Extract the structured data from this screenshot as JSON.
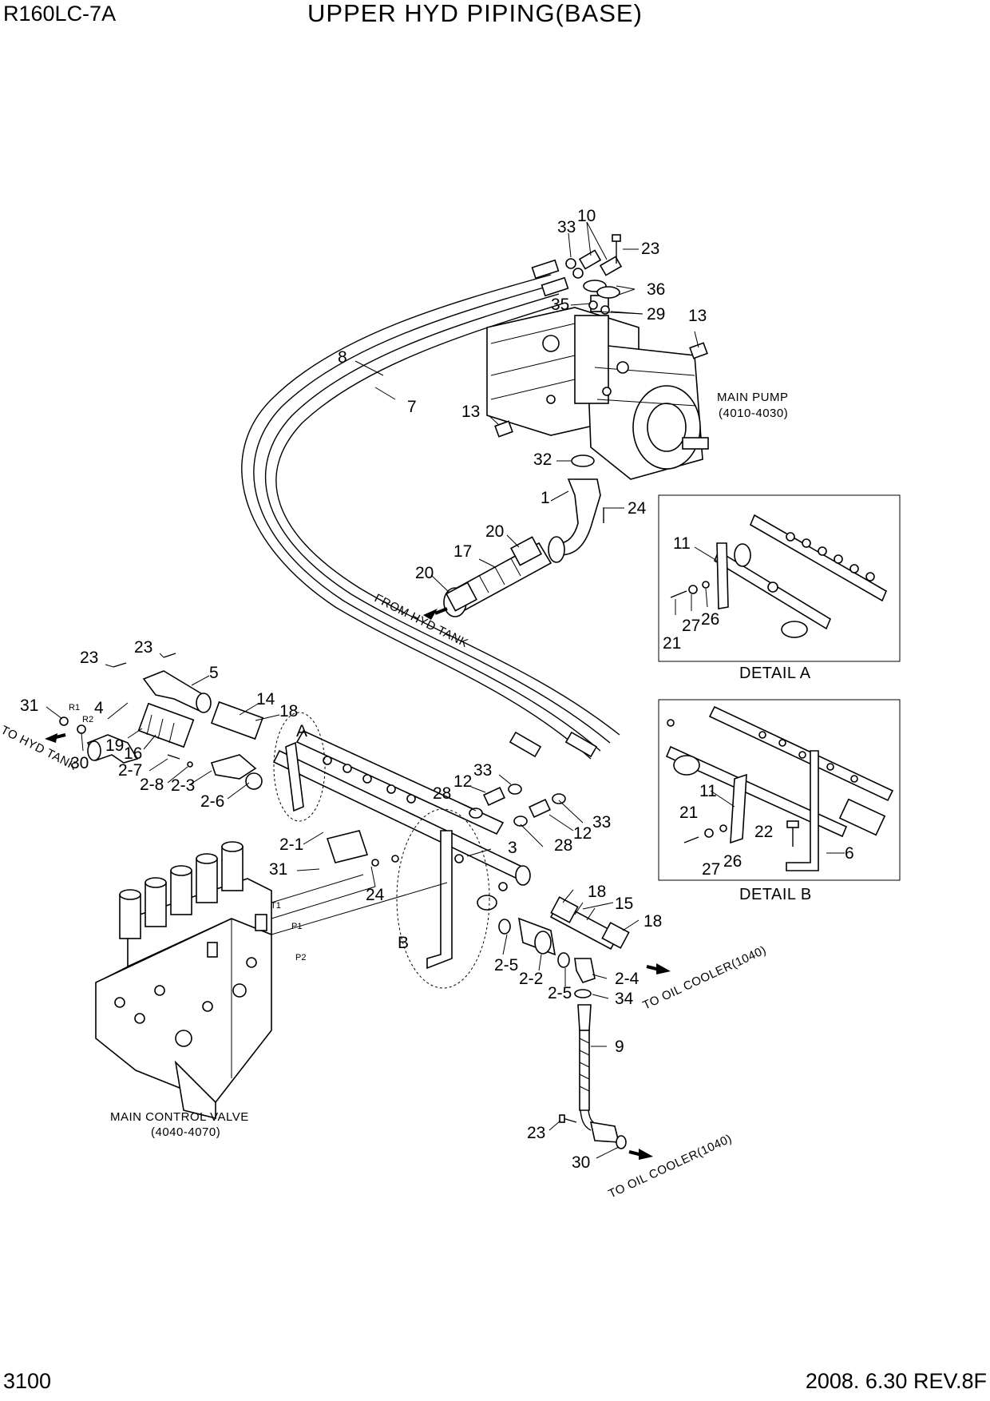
{
  "header": {
    "model": "R160LC-7A",
    "title": "UPPER HYD PIPING(BASE)"
  },
  "footer": {
    "page_number": "3100",
    "revision": "2008. 6.30  REV.8F"
  },
  "assemblies": {
    "main_pump": {
      "name": "MAIN PUMP",
      "ref": "(4010-4030)"
    },
    "main_control_valve": {
      "name": "MAIN CONTROL VALVE",
      "ref": "(4040-4070)"
    }
  },
  "flow_notes": {
    "from_hyd_tank": "FROM HYD TANK",
    "to_hyd_tank": "TO HYD TANK",
    "to_oil_cooler_1": "TO OIL COOLER(1040)",
    "to_oil_cooler_2": "TO OIL COOLER(1040)"
  },
  "port_labels": {
    "r1": "R1",
    "r2": "R2",
    "t1": "T1",
    "p1": "P1",
    "p2": "P2"
  },
  "detail_refs": {
    "a": "A",
    "b": "B"
  },
  "details": {
    "a": {
      "title": "DETAIL A",
      "callouts": [
        "11",
        "21",
        "27",
        "26"
      ]
    },
    "b": {
      "title": "DETAIL B",
      "callouts": [
        "11",
        "21",
        "27",
        "26",
        "22",
        "6"
      ]
    }
  },
  "callouts": {
    "c33a": "33",
    "c10": "10",
    "c23a": "23",
    "c36": "36",
    "c35": "35",
    "c29": "29",
    "c13a": "13",
    "c8": "8",
    "c7": "7",
    "c13b": "13",
    "c32": "32",
    "c1": "1",
    "c24a": "24",
    "c20a": "20",
    "c17": "17",
    "c20b": "20",
    "c23b": "23",
    "c23c": "23",
    "c5": "5",
    "c31a": "31",
    "c4": "4",
    "c30a": "30",
    "c14": "14",
    "c18a": "18",
    "c19": "19",
    "c16": "16",
    "c2_7": "2-7",
    "c2_8": "2-8",
    "c2_3": "2-3",
    "c2_6": "2-6",
    "c2_1": "2-1",
    "c31b": "31",
    "c24b": "24",
    "c33b": "33",
    "c12a": "12",
    "c28a": "28",
    "c33c": "33",
    "c12b": "12",
    "c28b": "28",
    "c3": "3",
    "c18b": "18",
    "c15": "15",
    "c18c": "18",
    "c2_5a": "2-5",
    "c2_2": "2-2",
    "c2_4": "2-4",
    "c2_5b": "2-5",
    "c34": "34",
    "c9": "9",
    "c23d": "23",
    "c30b": "30"
  },
  "colors": {
    "line": "#000000",
    "background": "#ffffff"
  }
}
